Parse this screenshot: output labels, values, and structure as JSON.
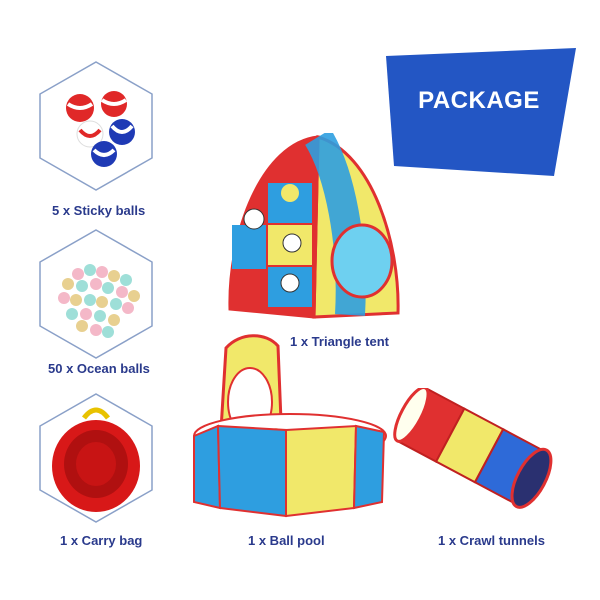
{
  "banner": {
    "title": "PACKAGE",
    "color": "#2356c4"
  },
  "items": [
    {
      "label": "5 x Sticky balls"
    },
    {
      "label": "50 x Ocean balls"
    },
    {
      "label": "1 x Carry bag"
    },
    {
      "label": "1 x Triangle tent"
    },
    {
      "label": "1 x Ball pool"
    },
    {
      "label": "1 x Crawl tunnels"
    }
  ],
  "colors": {
    "accent": "#2a3a8c",
    "red": "#e03030",
    "blue": "#2e9ee0",
    "yellow": "#f1e86a",
    "hex_border": "#8aa0c8"
  }
}
